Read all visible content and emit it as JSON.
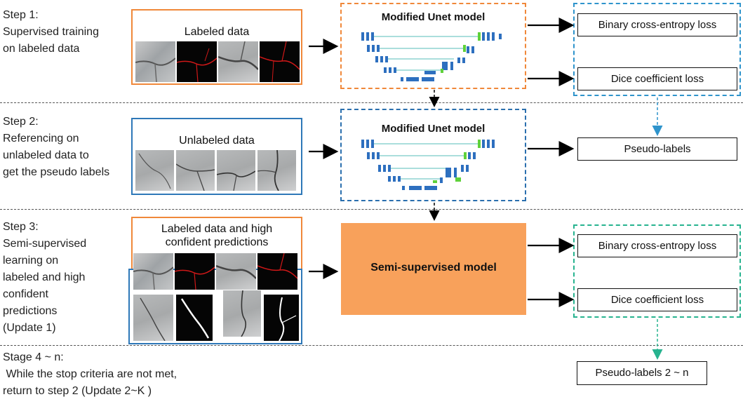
{
  "step1": {
    "lines": [
      "Step 1:",
      "Supervised training",
      "on labeled data"
    ],
    "panel_title": "Labeled data",
    "model_title": "Modified Unet model",
    "losses": [
      "Binary cross-entropy loss",
      "Dice coefficient loss"
    ]
  },
  "step2": {
    "lines": [
      "Step 2:",
      "Referencing on",
      "unlabeled data to",
      "get the pseudo labels"
    ],
    "panel_title": "Unlabeled data",
    "model_title": "Modified Unet model",
    "output": "Pseudo-labels"
  },
  "step3": {
    "lines": [
      "Step 3:",
      "Semi-supervised",
      "learning on",
      "labeled and high",
      "confident",
      "predictions",
      "(Update 1)"
    ],
    "panel_title_lines": [
      "Labeled data and high",
      "confident predictions"
    ],
    "model_title": "Semi-supervised model",
    "losses": [
      "Binary cross-entropy loss",
      "Dice coefficient loss"
    ]
  },
  "step4": {
    "lines": [
      "Stage 4 ~ n:",
      " While the stop criteria are not met,",
      "return to step 2 (Update 2~K )"
    ],
    "output": "Pseudo-labels 2 ~ n"
  },
  "colors": {
    "orange": "#f0883a",
    "blue": "#2e78b8",
    "light_blue": "#2f94cc",
    "green": "#27b38f",
    "semi_model_fill": "#f8a15b",
    "crack_red": "#d01818"
  }
}
